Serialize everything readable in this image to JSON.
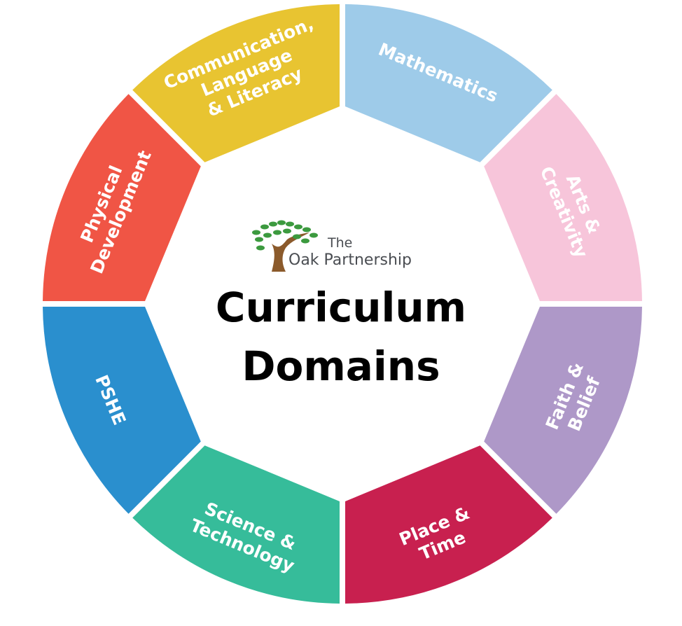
{
  "title": {
    "line1": "Curriculum",
    "line2": "Domains"
  },
  "logo": {
    "the": "The",
    "name": "Oak Partnership"
  },
  "segments": [
    {
      "id": "mathematics",
      "lines": [
        "Mathematics"
      ],
      "color": "#9ECBE9"
    },
    {
      "id": "arts-creativity",
      "lines": [
        "Arts &",
        "Creativity"
      ],
      "color": "#F7C5DA"
    },
    {
      "id": "faith-belief",
      "lines": [
        "Faith &",
        "Belief"
      ],
      "color": "#AE98C8"
    },
    {
      "id": "place-time",
      "lines": [
        "Place &",
        "Time"
      ],
      "color": "#C8204F"
    },
    {
      "id": "science-technology",
      "lines": [
        "Science &",
        "Technology"
      ],
      "color": "#36BC9A"
    },
    {
      "id": "pshe",
      "lines": [
        "PSHE"
      ],
      "color": "#2A8FCE"
    },
    {
      "id": "physical-development",
      "lines": [
        "Physical",
        "Development"
      ],
      "color": "#F05545"
    },
    {
      "id": "communication-language-literacy",
      "lines": [
        "Communication,",
        "Language",
        "& Literacy"
      ],
      "color": "#E8C431"
    }
  ]
}
